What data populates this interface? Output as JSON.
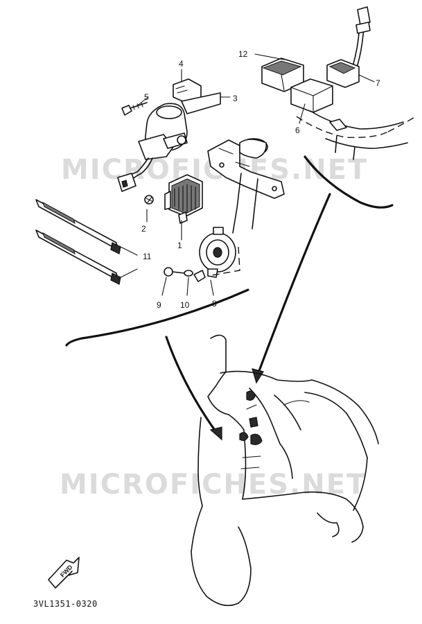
{
  "watermark": {
    "top": "MICROFICHES.NET",
    "bottom": "MICROFICHES.NET"
  },
  "callouts": {
    "c1": "1",
    "c2": "2",
    "c3": "3",
    "c4": "4",
    "c5": "5",
    "c6": "6",
    "c7": "7",
    "c8": "8",
    "c9": "9",
    "c10": "10",
    "c11": "11",
    "c12": "12"
  },
  "direction_badge": {
    "label": "FWD",
    "icon": "forward-arrow-icon"
  },
  "drawing_code": "3VL1351-0320"
}
